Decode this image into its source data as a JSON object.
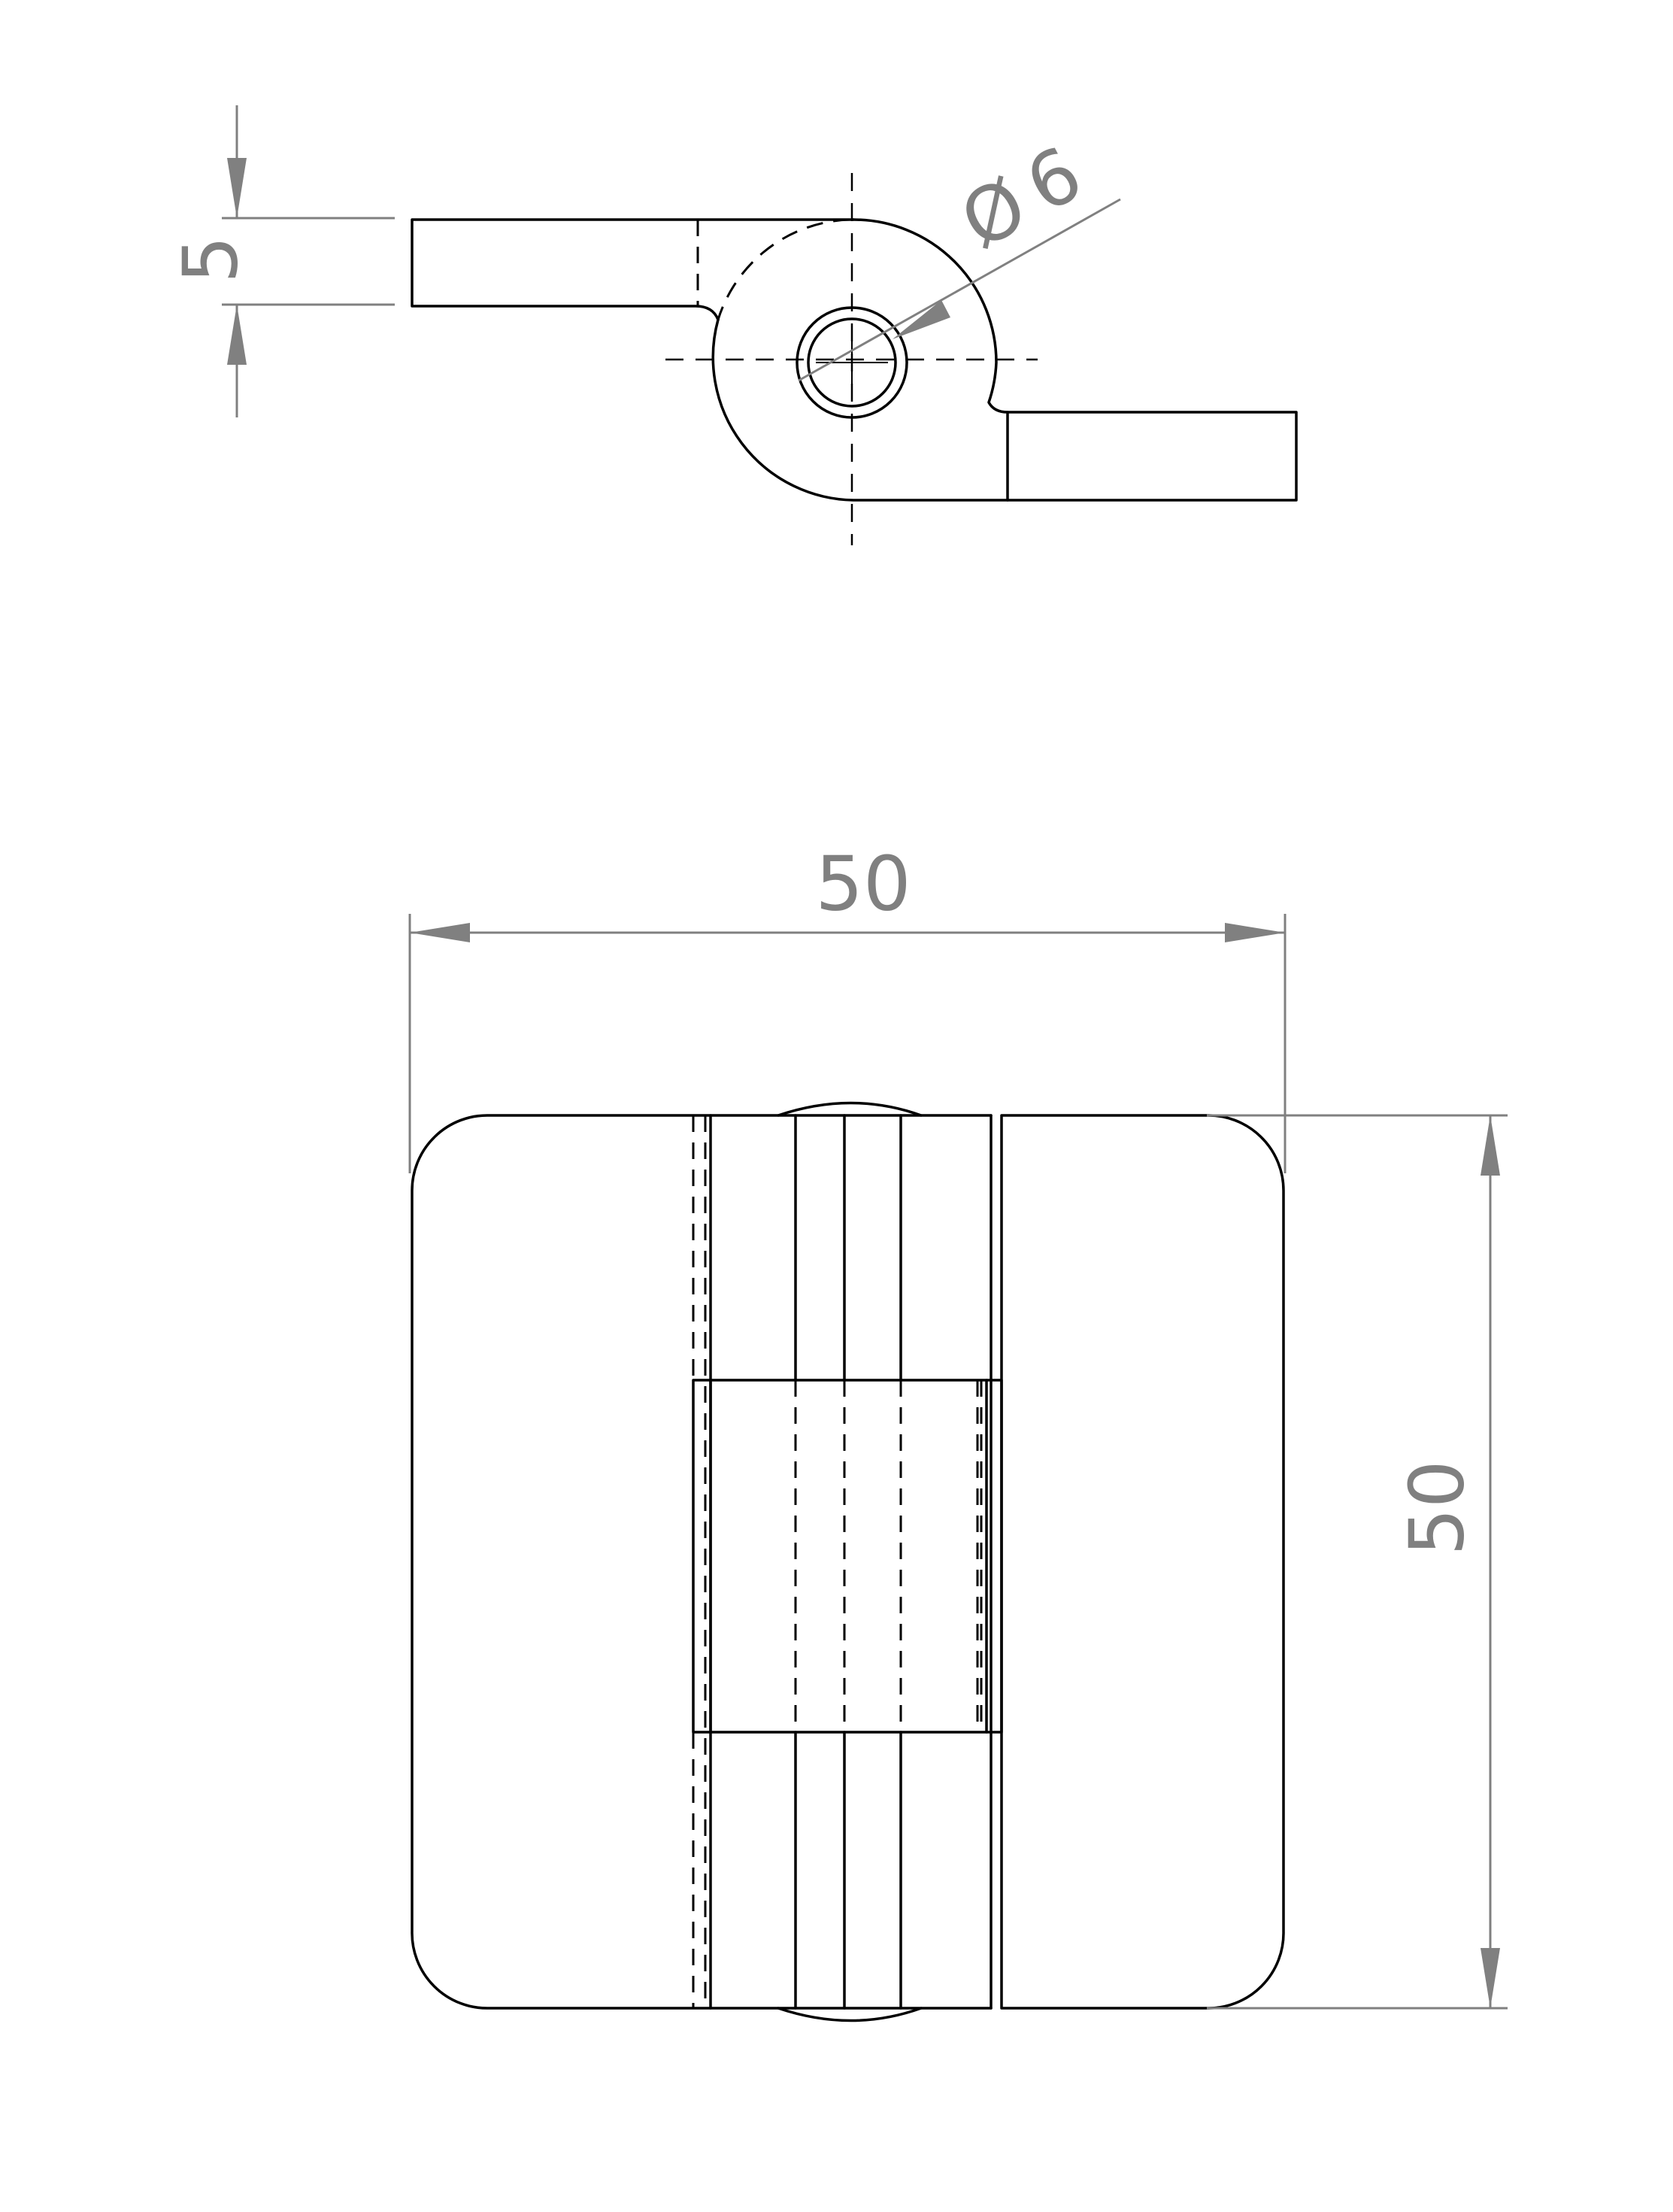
{
  "dimensions": {
    "thickness": {
      "value": "5"
    },
    "pin_diameter": {
      "symbol": "Ø",
      "value": "6"
    },
    "width": {
      "value": "50"
    },
    "height": {
      "value": "50"
    }
  },
  "colors": {
    "part_lines": "#000000",
    "dimension_lines": "#808080",
    "background": "#ffffff"
  }
}
